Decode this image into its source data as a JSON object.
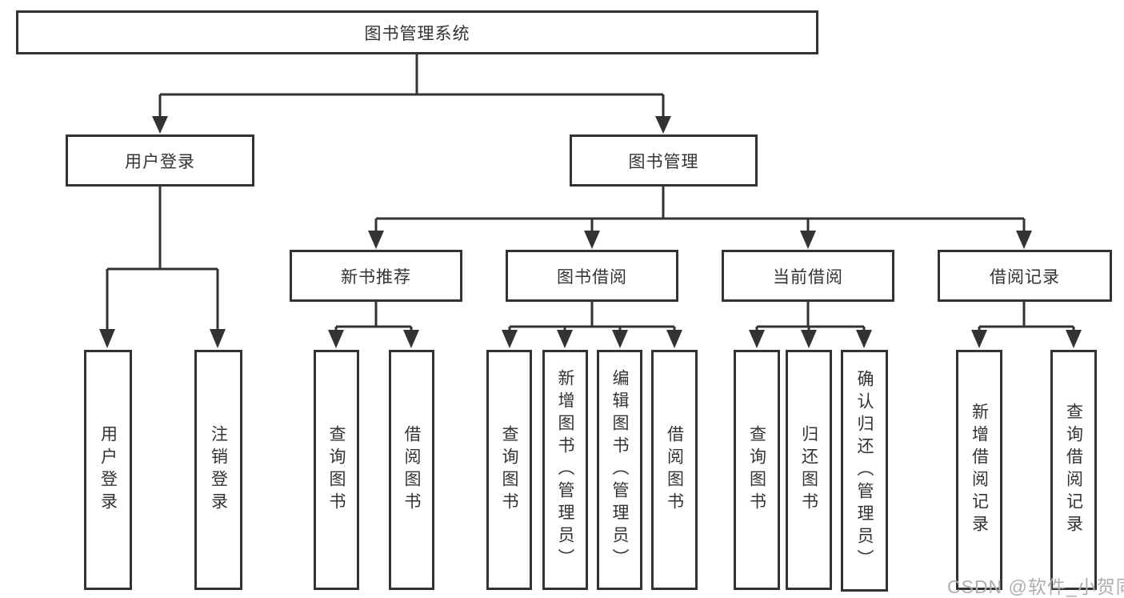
{
  "page": {
    "background": "#ffffff"
  },
  "colors": {
    "line": "#333333",
    "text": "#333333",
    "watermark": "#aeaeae"
  },
  "diagram": {
    "root": {
      "label": "图书管理系统"
    },
    "level2": [
      {
        "label": "用户登录",
        "children": [
          {
            "label": "用户登录"
          },
          {
            "label": "注销登录"
          }
        ]
      },
      {
        "label": "图书管理",
        "children": [
          {
            "label": "新书推荐",
            "children": [
              {
                "label": "查询图书"
              },
              {
                "label": "借阅图书"
              }
            ]
          },
          {
            "label": "图书借阅",
            "children": [
              {
                "label": "查询图书"
              },
              {
                "label": "新增图书（管理员）"
              },
              {
                "label": "编辑图书（管理员）"
              },
              {
                "label": "借阅图书"
              }
            ]
          },
          {
            "label": "当前借阅",
            "children": [
              {
                "label": "查询图书"
              },
              {
                "label": "归还图书"
              },
              {
                "label": "确认归还（管理员）"
              }
            ]
          },
          {
            "label": "借阅记录",
            "children": [
              {
                "label": "新增借阅记录"
              },
              {
                "label": "查询借阅记录"
              }
            ]
          }
        ]
      }
    ]
  },
  "watermark": {
    "text": "CSDN @软件_小贺同学"
  }
}
